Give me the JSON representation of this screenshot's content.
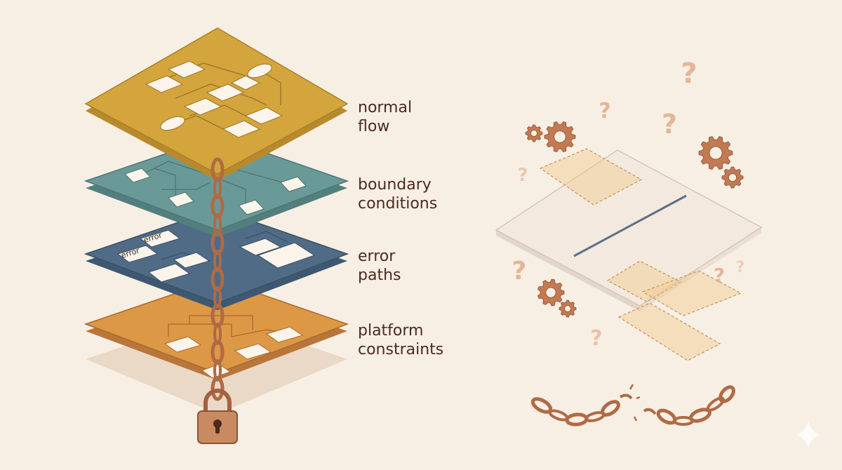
{
  "layers": [
    {
      "id": "normal",
      "label_lines": [
        "normal",
        "flow"
      ],
      "color": "#d4a43d"
    },
    {
      "id": "boundary",
      "label_lines": [
        "boundary",
        "conditions"
      ],
      "color": "#6a9a98"
    },
    {
      "id": "error",
      "label_lines": [
        "error",
        "paths"
      ],
      "color": "#4f6b86"
    },
    {
      "id": "platform",
      "label_lines": [
        "platform",
        "constraints"
      ],
      "color": "#dc9845"
    }
  ],
  "error_tags": [
    "error",
    "error"
  ],
  "colors": {
    "background": "#f8efe4",
    "chain": "#b06a45",
    "gear": "#c27a52",
    "question": "#e2b08e",
    "loose_slab": "#f3e8dd",
    "dashed_patch": "#f0c98c",
    "slab_line": "#5a7088"
  },
  "icons": [
    "chain-icon",
    "padlock-icon",
    "gear-icon",
    "question-mark-icon",
    "broken-chain-icon",
    "sparkle-icon"
  ]
}
